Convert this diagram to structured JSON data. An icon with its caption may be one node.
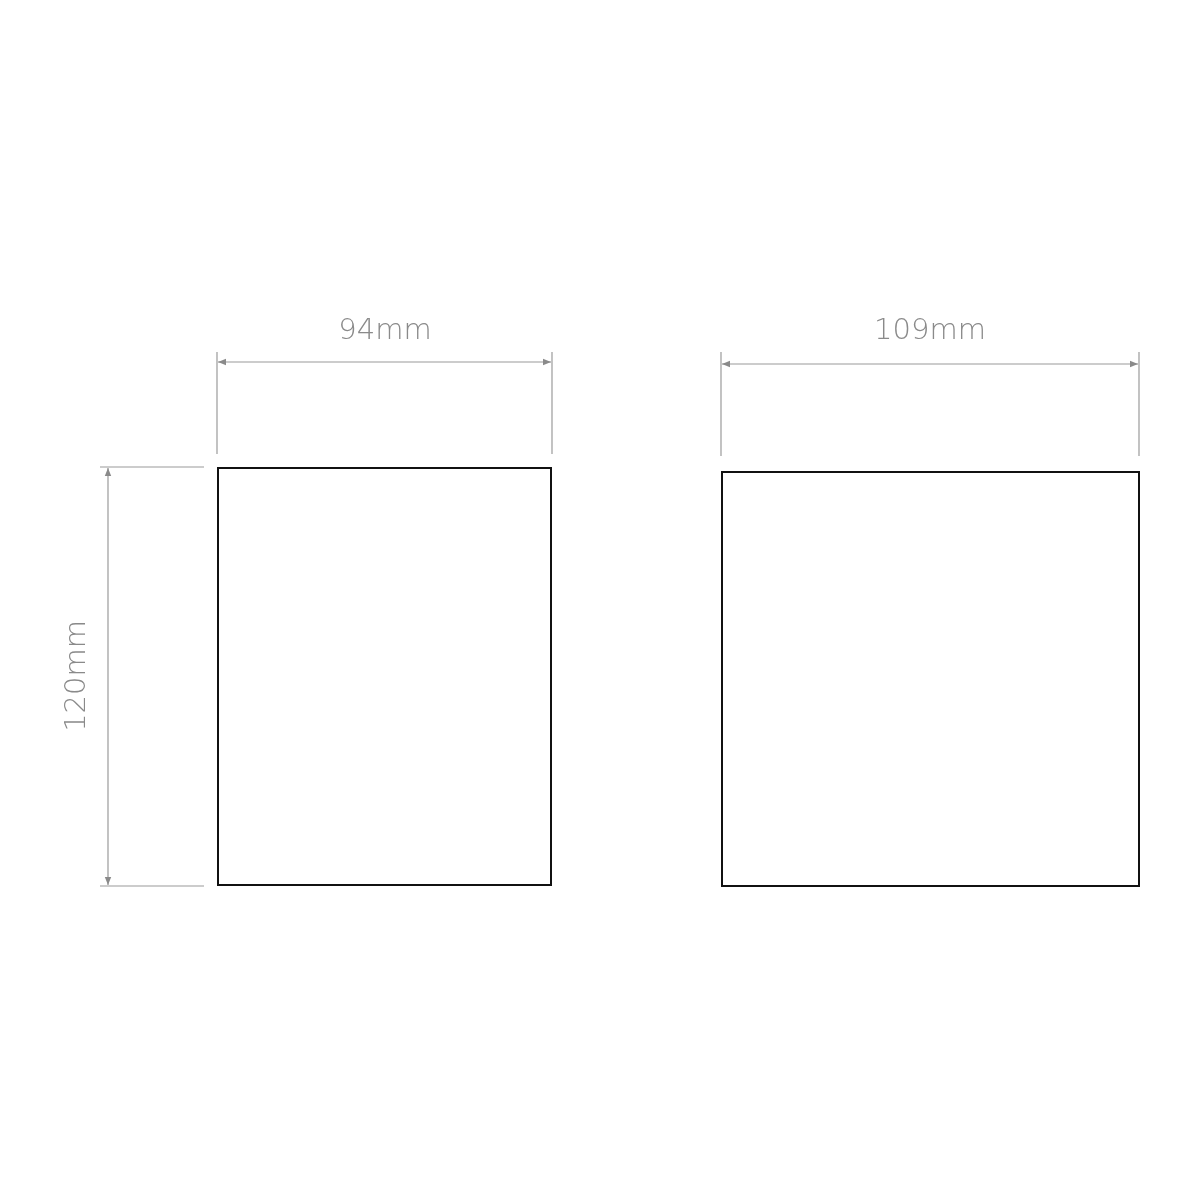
{
  "diagram": {
    "nodes": [
      {
        "text": [],
        "shape": "box"
      },
      {
        "text": [],
        "shape": "box"
      }
    ],
    "labels": [
      "94mm",
      "109mm",
      "120mm"
    ]
  }
}
